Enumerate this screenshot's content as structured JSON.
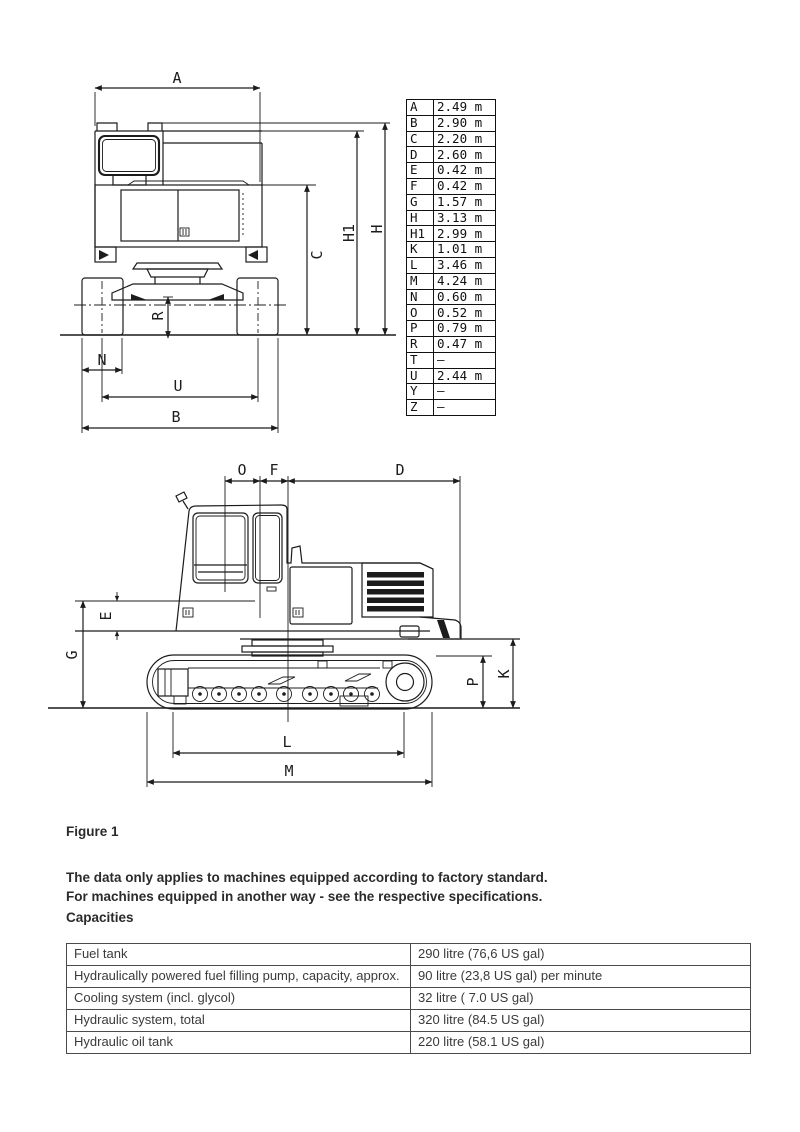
{
  "figure": {
    "caption": "Figure 1",
    "rear_view": {
      "dim_labels": {
        "A": "A",
        "C": "C",
        "H": "H",
        "H1": "H1",
        "R": "R",
        "N": "N",
        "U": "U",
        "B": "B"
      }
    },
    "side_view": {
      "dim_labels": {
        "O": "O",
        "F": "F",
        "D": "D",
        "E": "E",
        "G": "G",
        "K": "K",
        "P": "P",
        "L": "L",
        "M": "M"
      }
    },
    "dimension_table": {
      "rows": [
        {
          "key": "A",
          "value": "2.49 m"
        },
        {
          "key": "B",
          "value": "2.90 m"
        },
        {
          "key": "C",
          "value": "2.20 m"
        },
        {
          "key": "D",
          "value": "2.60 m"
        },
        {
          "key": "E",
          "value": "0.42 m"
        },
        {
          "key": "F",
          "value": "0.42 m"
        },
        {
          "key": "G",
          "value": "1.57 m"
        },
        {
          "key": "H",
          "value": "3.13 m"
        },
        {
          "key": "H1",
          "value": "2.99 m"
        },
        {
          "key": "K",
          "value": "1.01 m"
        },
        {
          "key": "L",
          "value": "3.46 m"
        },
        {
          "key": "M",
          "value": "4.24 m"
        },
        {
          "key": "N",
          "value": "0.60 m"
        },
        {
          "key": "O",
          "value": "0.52 m"
        },
        {
          "key": "P",
          "value": "0.79 m"
        },
        {
          "key": "R",
          "value": "0.47 m"
        },
        {
          "key": "T",
          "value": "–"
        },
        {
          "key": "U",
          "value": "2.44 m"
        },
        {
          "key": "Y",
          "value": "–"
        },
        {
          "key": "Z",
          "value": "–"
        }
      ]
    }
  },
  "notes": {
    "line1": "The data only applies to machines equipped according to factory standard.",
    "line2": "For machines equipped in another way - see the respective specifications."
  },
  "capacities": {
    "heading": "Capacities",
    "rows": [
      {
        "label": "Fuel tank",
        "value": "290 litre (76,6 US gal)"
      },
      {
        "label": "Hydraulically powered fuel filling pump, capacity, approx.",
        "value": "90 litre (23,8 US gal) per minute"
      },
      {
        "label": "Cooling system (incl. glycol)",
        "value": "32 litre ( 7.0 US gal)"
      },
      {
        "label": "Hydraulic system, total",
        "value": "320 litre (84.5 US gal)"
      },
      {
        "label": "Hydraulic oil tank",
        "value": "220 litre (58.1 US gal)"
      }
    ]
  }
}
